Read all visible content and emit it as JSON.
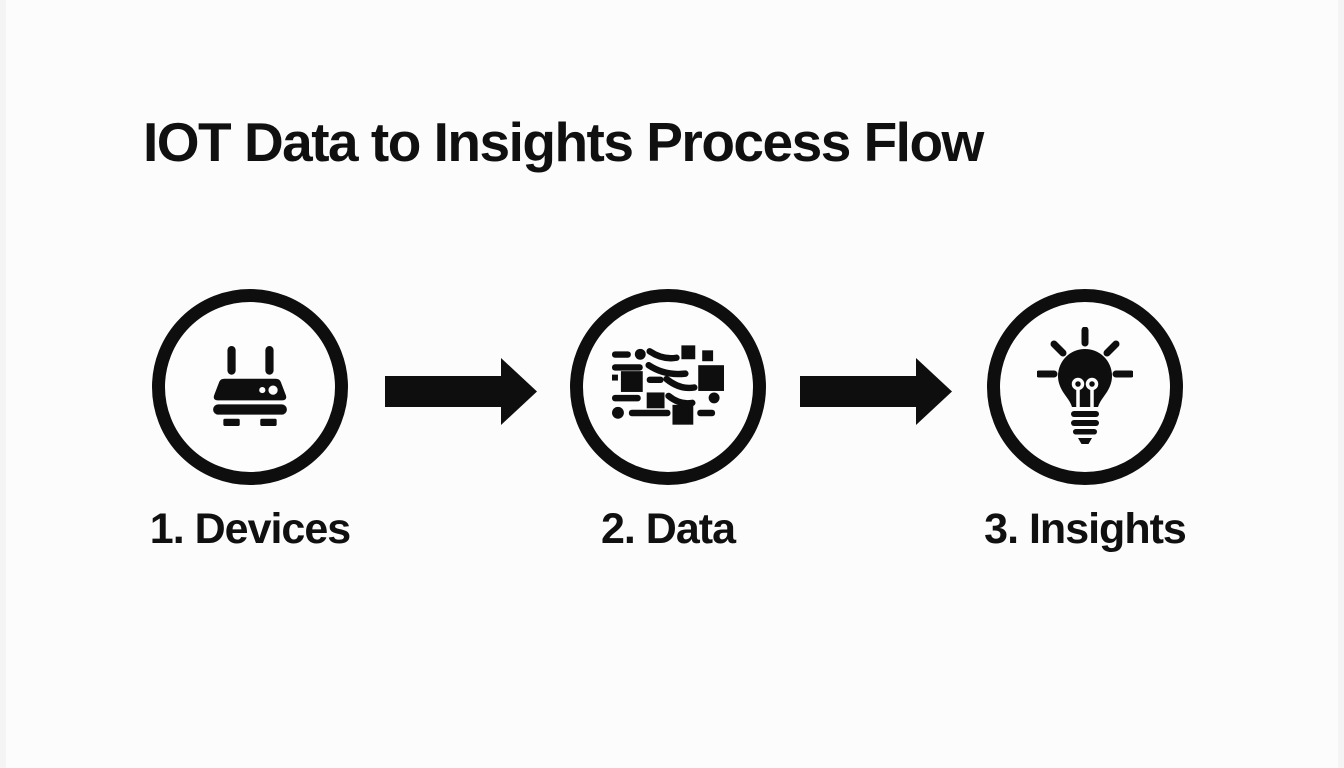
{
  "title": "IOT Data to Insights Process Flow",
  "colors": {
    "ink": "#0e0e0e",
    "background": "#fcfcfc"
  },
  "steps": [
    {
      "label": "1. Devices",
      "icon": "router-device-icon"
    },
    {
      "label": "2. Data",
      "icon": "data-processing-icon"
    },
    {
      "label": "3. Insights",
      "icon": "lightbulb-icon"
    }
  ],
  "arrows": [
    {
      "name": "flow-arrow-devices-to-data",
      "direction": "right"
    },
    {
      "name": "flow-arrow-data-to-insights",
      "direction": "right"
    }
  ]
}
